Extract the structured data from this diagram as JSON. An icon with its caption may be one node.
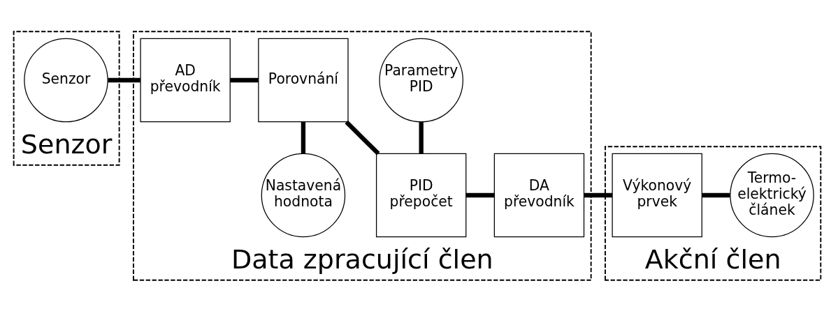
{
  "diagram": {
    "nodes": [
      {
        "text": [
          "Senzor"
        ]
      },
      {
        "text": [
          "Senzor"
        ],
        "in": 0
      },
      {
        "text": [
          "Data zpracující člen"
        ]
      },
      {
        "text": [
          "AD převodník"
        ],
        "in": 2
      },
      {
        "text": [
          "Nastavená hodnota"
        ],
        "in": 2
      },
      {
        "text": [
          "Porovnání"
        ],
        "in": 2
      },
      {
        "text": [
          "PID přepočet"
        ],
        "in": 2
      },
      {
        "text": [
          "Parametry PID"
        ],
        "in": 2
      },
      {
        "text": [
          "DA převodník"
        ],
        "in": 2
      },
      {
        "text": [
          "Akční člen"
        ]
      },
      {
        "text": [
          "Výkonový prvek"
        ],
        "in": 9
      },
      {
        "text": [
          "Termo- elektrický článek"
        ],
        "in": 9
      }
    ],
    "edges": [
      {
        "from": 1,
        "to": 3,
        "arrow": "none"
      },
      {
        "from": 3,
        "to": 5,
        "arrow": "none"
      },
      {
        "from": 4,
        "to": 5,
        "arrow": "none"
      },
      {
        "from": 5,
        "to": 6,
        "arrow": "none"
      },
      {
        "from": 6,
        "to": 7,
        "arrow": "none"
      },
      {
        "from": 6,
        "to": 8,
        "arrow": "none"
      },
      {
        "from": 8,
        "to": 10,
        "arrow": "none"
      },
      {
        "from": 10,
        "to": 11,
        "arrow": "none"
      }
    ]
  }
}
